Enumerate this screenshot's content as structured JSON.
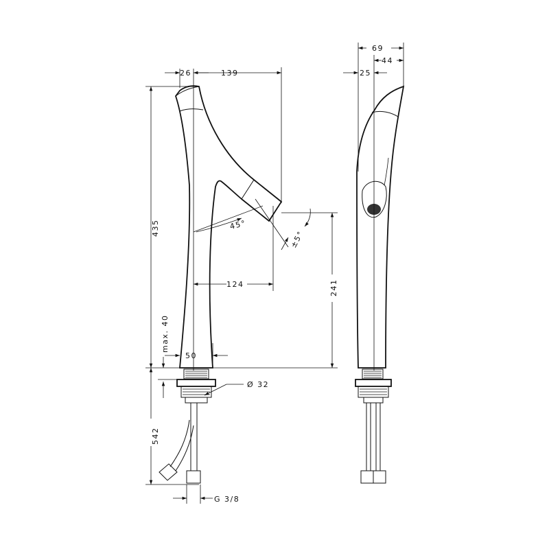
{
  "dimensions": {
    "front": {
      "d26": "26",
      "d139": "139",
      "d435": "435",
      "d241": "241",
      "d124": "124",
      "d50": "50",
      "max40": "max. 40",
      "d542": "542",
      "angle45": "45°",
      "angle5": "±5°",
      "dia32": "Ø 32",
      "g38": "G 3/8"
    },
    "side": {
      "d69": "69",
      "d44": "44",
      "d25": "25"
    }
  }
}
